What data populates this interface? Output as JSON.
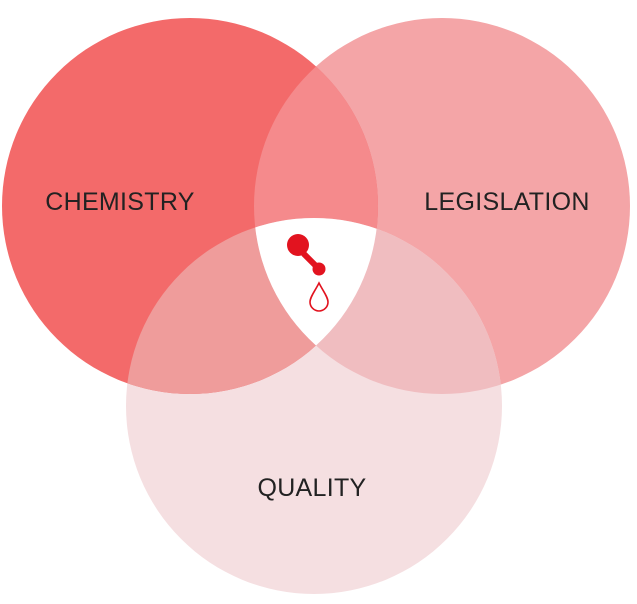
{
  "diagram": {
    "type": "venn",
    "sets": [
      {
        "label": "CHEMISTRY",
        "color": "#f36a6a"
      },
      {
        "label": "LEGISLATION",
        "color": "#f4a5a7"
      },
      {
        "label": "QUALITY",
        "color": "#f5dfe1"
      }
    ],
    "overlap_colors": {
      "chemistry_legislation": "#f58a8c",
      "chemistry_quality": "#ef9c9b",
      "legislation_quality": "#f0bdc0",
      "center": "#ffffff"
    },
    "center_logo": {
      "icon": "molecule-drop-logo",
      "color": "#e2131f"
    }
  }
}
